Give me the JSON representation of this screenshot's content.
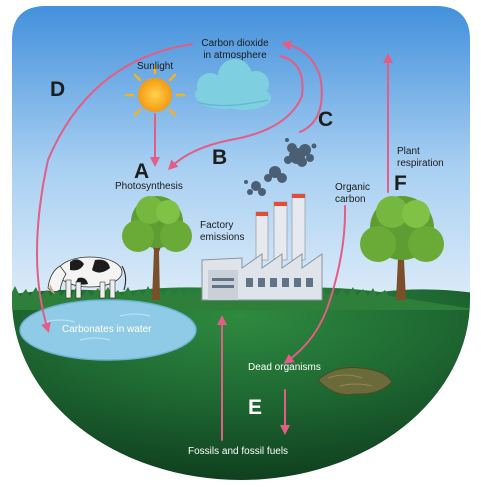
{
  "labels": {
    "sunlight": "Sunlight",
    "co2_line1": "Carbon dioxide",
    "co2_line2": "in atmosphere",
    "photosynthesis": "Photosynthesis",
    "factory_line1": "Factory",
    "factory_line2": "emissions",
    "organic_line1": "Organic",
    "organic_line2": "carbon",
    "plant_resp_line1": "Plant",
    "plant_resp_line2": "respiration",
    "carbonates": "Carbonates in water",
    "dead": "Dead organisms",
    "fossils": "Fossils and fossil fuels"
  },
  "letters": {
    "a": "A",
    "b": "B",
    "c": "C",
    "d": "D",
    "e": "E",
    "f": "F"
  },
  "colors": {
    "sky_top": "#3f8edb",
    "sky_mid": "#a9d0f2",
    "sky_bottom": "#f4f8fc",
    "ground_dark": "#0f3f1f",
    "ground_mid": "#1f6a33",
    "water": "#8fcbe6",
    "arrow": "#e35d86",
    "sun": "#f6b21c",
    "cloud": "#7ed0e0",
    "smoke": "#4a5f74"
  }
}
